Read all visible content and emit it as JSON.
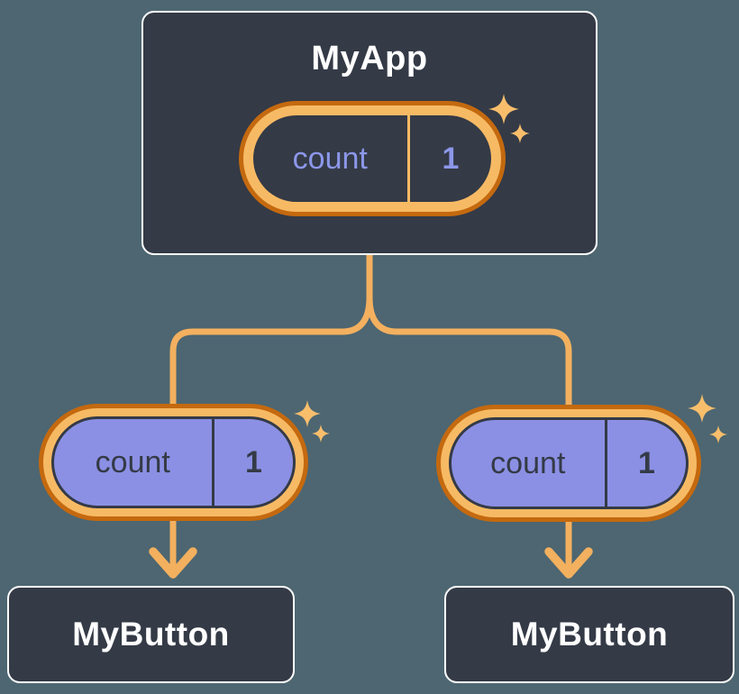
{
  "colors": {
    "background": "#4D6671",
    "node_fill": "#343A46",
    "node_border": "#FFFFFF",
    "node_text": "#FFFFFF",
    "connector_line": "#F3B05F",
    "pill_ring_outer": "#C4690F",
    "pill_ring_inner": "#F7BA64",
    "state_pill_fill": "#343A46",
    "state_pill_text": "#8C97EA",
    "prop_pill_fill": "#8B90E4",
    "prop_pill_text": "#343A46",
    "sparkle": "#F8BE6C"
  },
  "icons": {
    "sparkle_icon": "✦"
  },
  "tree": {
    "root": {
      "label": "MyApp",
      "state": {
        "name": "count",
        "value": "1"
      }
    },
    "children": [
      {
        "label": "MyButton",
        "prop": {
          "name": "count",
          "value": "1"
        }
      },
      {
        "label": "MyButton",
        "prop": {
          "name": "count",
          "value": "1"
        }
      }
    ]
  }
}
